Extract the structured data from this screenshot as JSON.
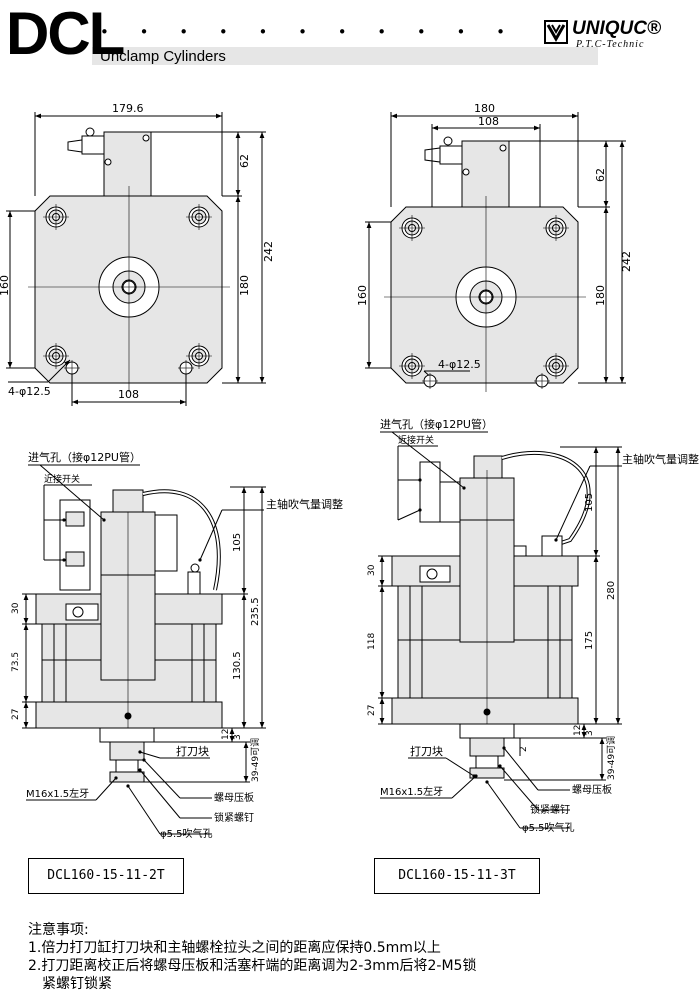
{
  "header": {
    "code": "DCL",
    "dots": "• • • • • • • • • • •",
    "subtitle": "Unclamp Cylinders",
    "brand": "UNIQUC®",
    "brand_tagline": "P.T.C-Technic"
  },
  "top_left_view": {
    "dim_width": "179.6",
    "dim_height": "242",
    "dim_top": "62",
    "dim_body": "180",
    "dim_left": "160",
    "dim_bolt": "108",
    "hole_note": "4-φ12.5"
  },
  "top_right_view": {
    "dim_width": "180",
    "dim_inner": "108",
    "dim_height": "242",
    "dim_top": "62",
    "dim_body": "180",
    "dim_left": "160",
    "hole_note": "4-φ12.5"
  },
  "side_left_view": {
    "air_inlet": "进气孔（接φ12PU管）",
    "proximity_switch": "近接开关",
    "spindle_air": "主轴吹气量调整",
    "dim_105": "105",
    "dim_235": "235.5",
    "dim_130": "130.5",
    "dim_30": "30",
    "dim_73": "73.5",
    "dim_27": "27",
    "dim_12": "12",
    "dim_3": "3",
    "dim_adj": "39-49可调",
    "strike_block": "打刀块",
    "thread": "M16x1.5左牙",
    "nut_plate": "螺母压板",
    "lock_screw": "锁紧螺钉",
    "blow_hole": "φ5.5吹气孔",
    "model": "DCL160-15-11-2T"
  },
  "side_right_view": {
    "air_inlet": "进气孔（接φ12PU管）",
    "proximity_switch": "近接开关",
    "spindle_air": "主轴吹气量调整",
    "dim_105": "105",
    "dim_280": "280",
    "dim_175": "175",
    "dim_30": "30",
    "dim_118": "118",
    "dim_27": "27",
    "dim_12": "12",
    "dim_3": "3",
    "dim_2": "2",
    "dim_adj": "39-49可调",
    "strike_block": "打刀块",
    "thread": "M16x1.5左牙",
    "nut_plate": "螺母压板",
    "lock_screw": "锁紧螺钉",
    "blow_hole": "φ5.5吹气孔",
    "model": "DCL160-15-11-3T"
  },
  "notes": {
    "title": "注意事项:",
    "line1": "1.倍力打刀缸打刀块和主轴螺栓拉头之间的距离应保持0.5mm以上",
    "line2": "2.打刀距离校正后将螺母压板和活塞杆端的距离调为2-3mm后将2-M5锁",
    "line3": "紧螺钉锁紧"
  }
}
